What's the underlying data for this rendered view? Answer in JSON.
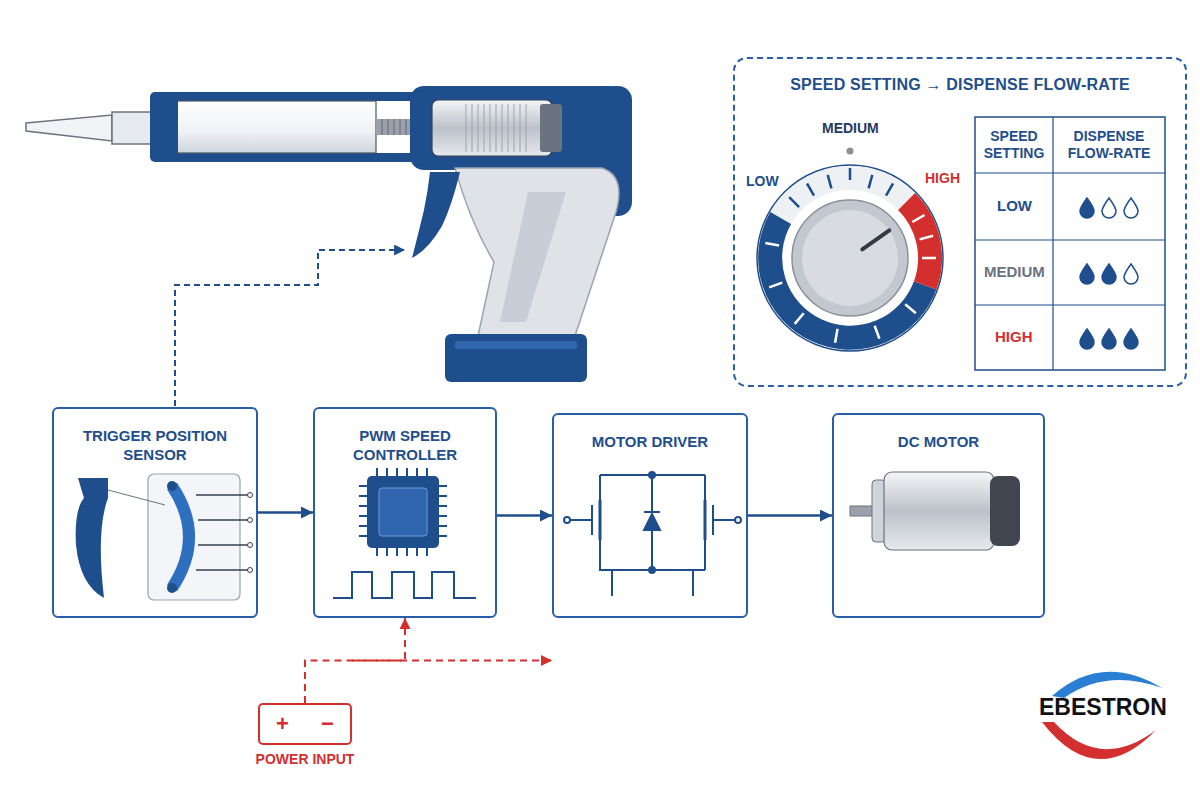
{
  "diagram": {
    "nodes": [
      {
        "text": [
          "SPEED SETTING → DISPENSE FLOW-RATE"
        ]
      },
      {
        "text": [
          "TRIGGER POSITION SENSOR"
        ]
      },
      {
        "text": [
          "PWM SPEED CONTROLLER"
        ]
      },
      {
        "text": [
          "MOTOR DRIVER"
        ]
      },
      {
        "text": [
          "DC MOTOR"
        ]
      },
      {
        "text": [
          "+",
          "−",
          "POWER INPUT"
        ]
      }
    ],
    "edges": [
      {
        "from": 1,
        "to": 2,
        "arrow": "to"
      },
      {
        "from": 2,
        "to": 3,
        "arrow": "to"
      },
      {
        "from": 3,
        "to": 4,
        "arrow": "to"
      },
      {
        "from": 5,
        "to": 2,
        "arrow": "to"
      },
      {
        "from": 5,
        "to": 3,
        "arrow": "to"
      }
    ],
    "labels": [
      "LOW",
      "MEDIUM",
      "HIGH",
      "SPEED SETTING",
      "DISPENSE FLOW-RATE",
      "LOW",
      "MEDIUM",
      "HIGH",
      "EBESTRON"
    ]
  }
}
